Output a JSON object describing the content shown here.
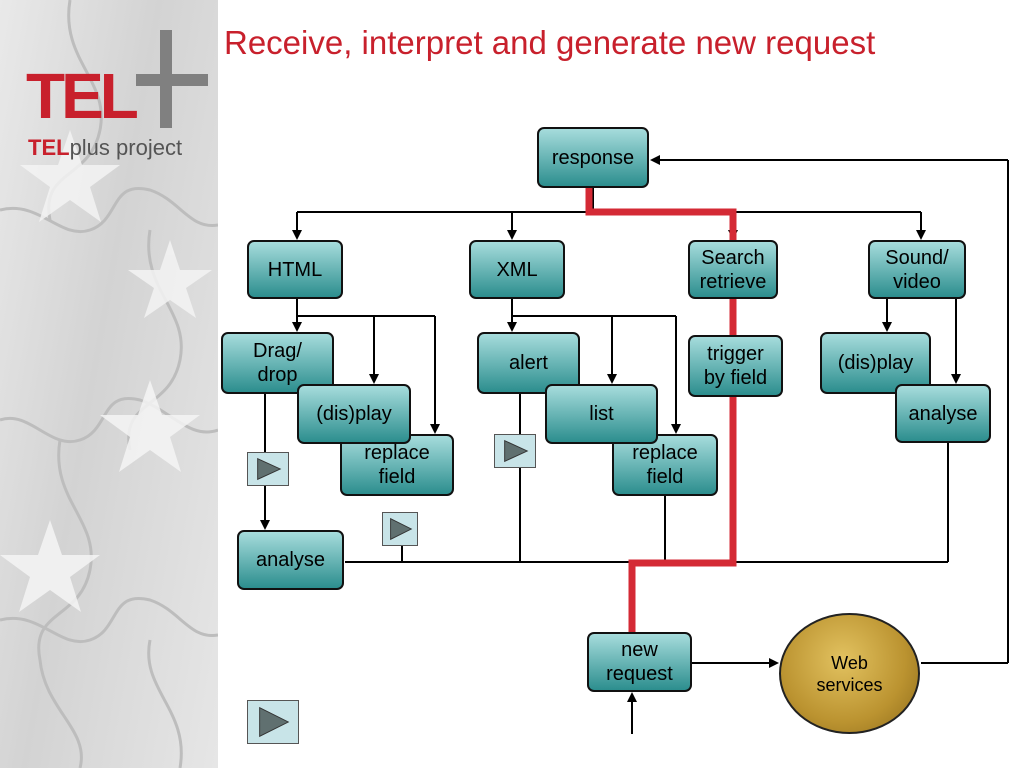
{
  "logo": {
    "letters": "TEL",
    "caption_bold": "TEL",
    "caption_light": "plus project"
  },
  "title": "Receive, interpret and generate new request",
  "nodes": {
    "response": "response",
    "html": "HTML",
    "xml": "XML",
    "search_retrieve": [
      "Search",
      "retrieve"
    ],
    "sound_video": [
      "Sound/",
      "video"
    ],
    "drag_drop": [
      "Drag/",
      "drop"
    ],
    "display_html": "(dis)play",
    "replace_field_html": [
      "replace",
      "field"
    ],
    "alert": "alert",
    "list": "list",
    "replace_field_xml": [
      "replace",
      "field"
    ],
    "trigger_by_field": [
      "trigger",
      "by field"
    ],
    "display_sound": "(dis)play",
    "analyse_sound": "analyse",
    "analyse_left": "analyse",
    "new_request": [
      "new",
      "request"
    ],
    "web_services": "Web services"
  },
  "colors": {
    "title_red": "#c8202c",
    "path_red": "#d42a35",
    "node_top": "#a6dcdc",
    "node_bottom": "#2c8e8e",
    "play_bg": "#c8e4e8",
    "web_services": "#bb9330"
  },
  "icons": [
    "play-button-icon"
  ]
}
